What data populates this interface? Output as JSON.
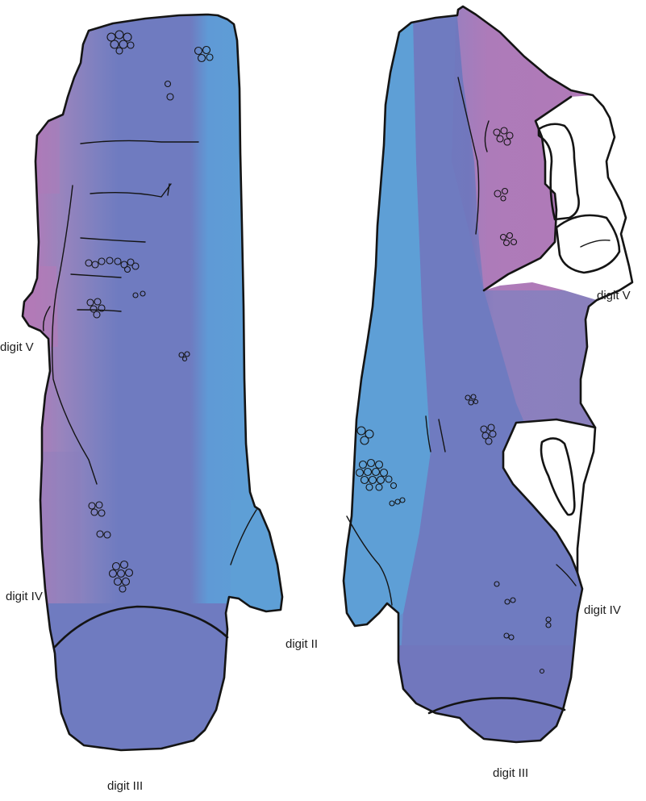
{
  "labels": {
    "left_digit_v": "digit V",
    "left_digit_iv": "digit IV",
    "left_digit_iii": "digit III",
    "digit_ii": "digit II",
    "right_digit_v": "digit V",
    "right_digit_iv": "digit IV",
    "right_digit_iii": "digit III"
  },
  "colors": {
    "blue": "#5e9fd6",
    "indigo": "#6f7bc0",
    "violet": "#9784bc",
    "magenta": "#b07ab8",
    "outline": "#141414",
    "background": "#ffffff"
  }
}
